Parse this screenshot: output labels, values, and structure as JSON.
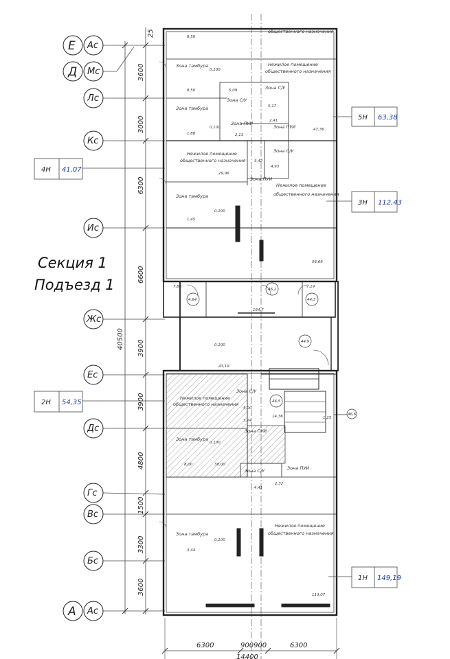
{
  "title": {
    "line1": "Секция 1",
    "line2": "Подъезд 1"
  },
  "axes": [
    {
      "big": "Е",
      "small": "Ас"
    },
    {
      "big": "Д",
      "small": "Мс"
    },
    {
      "small": "Лс"
    },
    {
      "small": "Кс"
    },
    {
      "small": "Ис"
    },
    {
      "small": "Жс"
    },
    {
      "small": "Ес"
    },
    {
      "small": "Дс"
    },
    {
      "small": "Гс"
    },
    {
      "small": "Вс"
    },
    {
      "small": "Бс"
    },
    {
      "big": "А",
      "small": "Ас"
    }
  ],
  "vertical_dims": [
    "3600",
    "3000",
    "6300",
    "6600",
    "3900",
    "3900",
    "4800",
    "1500",
    "3300",
    "3600"
  ],
  "overall_dim": "40500",
  "horizontal_dims": {
    "left": "6300",
    "mid": "900900",
    "right": "6300",
    "total": "14400"
  },
  "top_dim": "25",
  "tags": [
    {
      "id": "5H",
      "value": "63,38"
    },
    {
      "id": "4H",
      "value": "41,07"
    },
    {
      "id": "3H",
      "value": "112,43"
    },
    {
      "id": "2H",
      "value": "54,35"
    },
    {
      "id": "1H",
      "value": "149,19"
    }
  ],
  "rooms": {
    "zone_tambur": "Зона тамбура",
    "zone_su": "Зона С/У",
    "zone_pui": "Зона ПУИ",
    "nonres": "Нежилое помещение общественного назначения",
    "nonres_short_1": "Нежилое помещение",
    "nonres_short_2": "общественного назначения"
  },
  "room_labels": {
    "a1": "8,50",
    "a2": "0,100",
    "a3": "8,50",
    "a4": "5,09",
    "a5": "0,100",
    "a6": "1,88",
    "a7": "2,41",
    "a8": "2,11",
    "a9": "5,17",
    "a10": "47,36",
    "a11": "3,42",
    "a12": "4,93",
    "a13": "29,96",
    "a14": "1,45",
    "a15": "0,100",
    "a16": "56,69",
    "a17": "7,86",
    "a18": "4,64",
    "a19": "46,2",
    "a20": "7,19",
    "a21": "44,3",
    "a22": "164,7",
    "a23": "0,100",
    "a24": "44,9",
    "a25": "43,19",
    "a26": "46,5",
    "a27": "5,00",
    "a28": "3,24",
    "a29": "14,36",
    "a30": "1,25",
    "a31": "46,6",
    "a32": "8,00",
    "a33": "0,100",
    "a34": "38,00",
    "a35": "4,41",
    "a36": "2,32",
    "a37": "3,44",
    "a38": "0,100",
    "a39": "113,07"
  }
}
